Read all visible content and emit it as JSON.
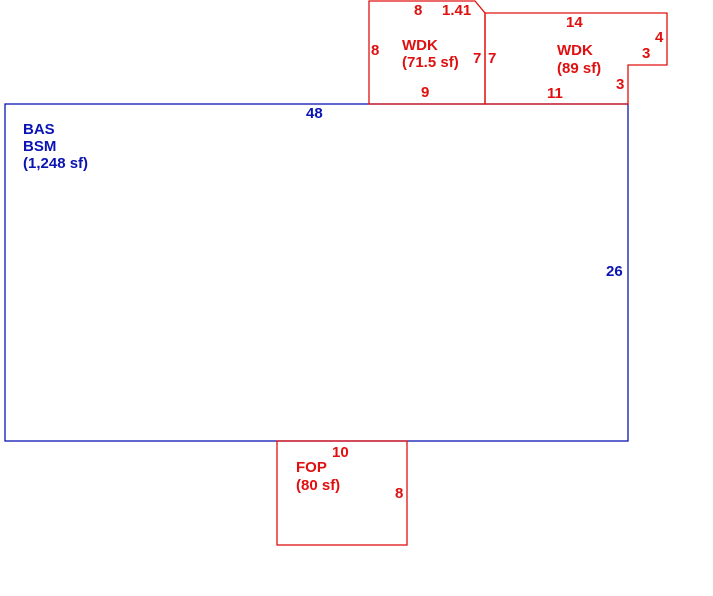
{
  "colors": {
    "main": "#0a14b4",
    "addition": "#e01010"
  },
  "main_area": {
    "code_1": "BAS",
    "code_2": "BSM",
    "area": "(1,248 sf)",
    "dim_top": "48",
    "dim_right": "26"
  },
  "deck_left": {
    "code": "WDK",
    "area": "(71.5 sf)",
    "dim_top": "8",
    "dim_diagonal": "1.41",
    "dim_left": "8",
    "dim_right": "7",
    "dim_bottom": "9"
  },
  "deck_right": {
    "code": "WDK",
    "area": "(89 sf)",
    "dim_top": "14",
    "dim_left": "7",
    "dim_right_upper": "4",
    "dim_step": "3",
    "dim_right_lower": "3",
    "dim_bottom": "11"
  },
  "porch": {
    "code": "FOP",
    "area": "(80 sf)",
    "dim_top": "10",
    "dim_right": "8"
  }
}
